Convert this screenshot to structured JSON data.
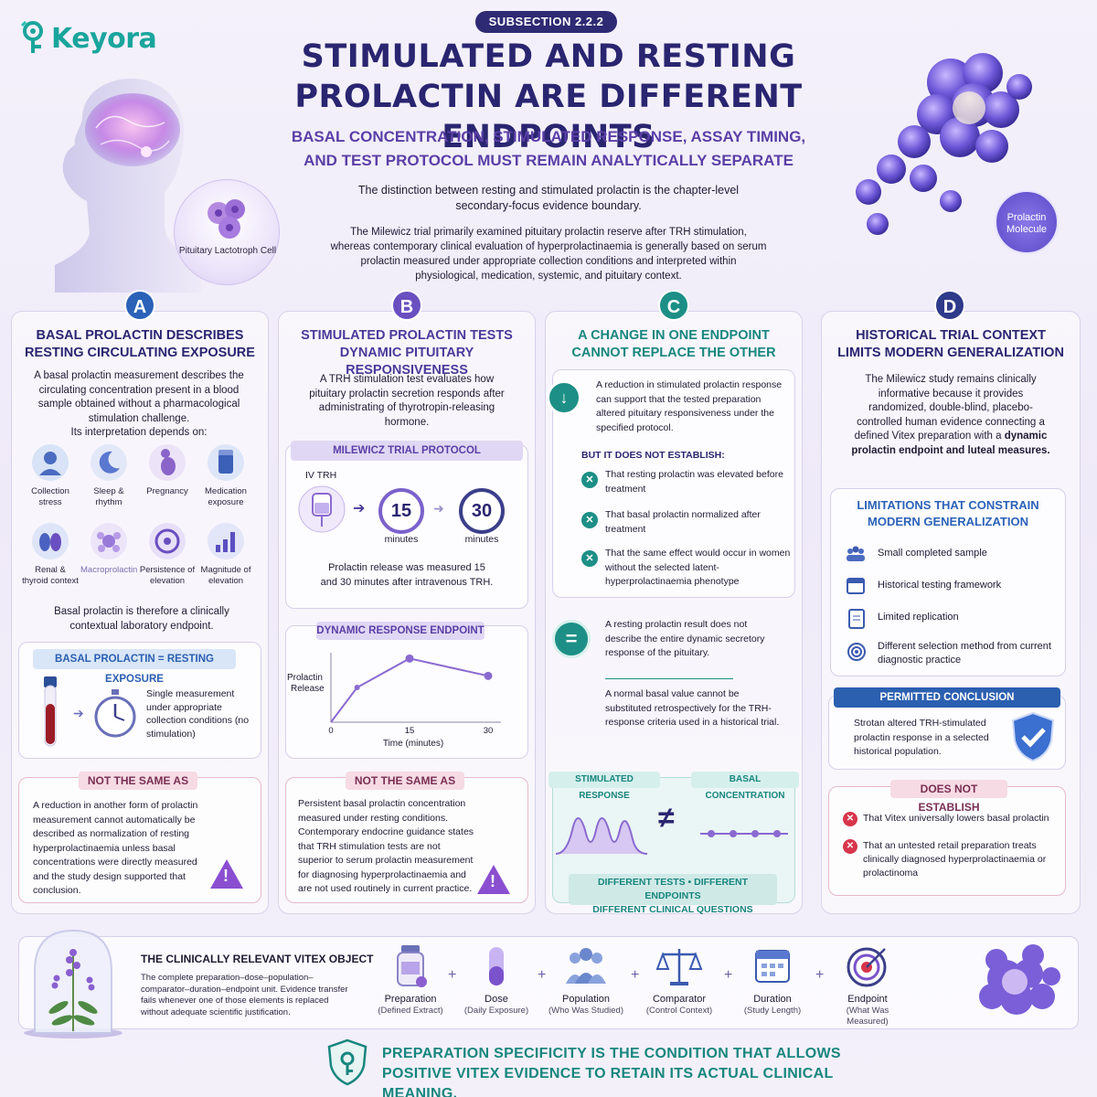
{
  "brand": {
    "logo_text": "Keyora"
  },
  "header": {
    "subsection": "SUBSECTION 2.2.2",
    "title_line1": "STIMULATED AND RESTING",
    "title_line2": "PROLACTIN ARE DIFFERENT ENDPOINTS",
    "subtitle_line1": "BASAL CONCENTRATION, STIMULATED RESPONSE, ASSAY TIMING,",
    "subtitle_line2": "AND TEST PROTOCOL MUST REMAIN ANALYTICALLY SEPARATE",
    "intro1": "The distinction between resting and stimulated prolactin is the chapter-level secondary-focus evidence boundary.",
    "intro2": "The Milewicz trial primarily examined pituitary prolactin reserve after TRH stimulation, whereas contemporary clinical evaluation of hyperprolactinaemia is generally based on serum prolactin measured under appropriate collection conditions and interpreted within physiological, medication, systemic, and pituitary context."
  },
  "hero": {
    "cell_label": "Pituitary Lactotroph Cell",
    "molecule_label": "Prolactin Molecule"
  },
  "colA": {
    "letter": "A",
    "title_line1": "BASAL PROLACTIN DESCRIBES",
    "title_line2": "RESTING CIRCULATING EXPOSURE",
    "body": "A basal prolactin measurement describes the circulating concentration present in a blood sample obtained without a pharmacological stimulation challenge.",
    "depends": "Its interpretation depends on:",
    "factors": [
      {
        "label": "Collection stress",
        "icon": "stress-icon"
      },
      {
        "label": "Sleep & rhythm",
        "icon": "sleep-icon"
      },
      {
        "label": "Pregnancy",
        "icon": "pregnancy-icon"
      },
      {
        "label": "Medication exposure",
        "icon": "medication-icon"
      },
      {
        "label": "Renal & thyroid context",
        "icon": "kidney-icon"
      },
      {
        "label": "Macroprolactin",
        "icon": "macroprolactin-icon"
      },
      {
        "label": "Persistence of elevation",
        "icon": "persistence-icon"
      },
      {
        "label": "Magnitude of elevation",
        "icon": "magnitude-icon"
      }
    ],
    "conclusion": "Basal prolactin is therefore a clinically contextual laboratory endpoint.",
    "equation_pill": "BASAL PROLACTIN = RESTING EXPOSURE",
    "single_measure": "Single measurement under appropriate collection conditions (no stimulation)",
    "not_same_title": "NOT THE SAME AS",
    "not_same_body": "A reduction in another form of prolactin measurement cannot automatically be described as normalization of resting hyperprolactinaemia unless basal concentrations were directly measured and the study design supported that conclusion."
  },
  "colB": {
    "letter": "B",
    "title_line1": "STIMULATED PROLACTIN TESTS",
    "title_line2": "DYNAMIC PITUITARY RESPONSIVENESS",
    "body": "A TRH stimulation test evaluates how pituitary prolactin secretion responds after administrating of thyrotropin-releasing hormone.",
    "protocol_pill": "MILEWICZ TRIAL PROTOCOL",
    "iv_label": "IV TRH",
    "t1_value": "15",
    "t1_unit": "minutes",
    "t2_value": "30",
    "t2_unit": "minutes",
    "protocol_note": "Prolactin release was measured 15 and 30 minutes after intravenous TRH.",
    "dynamic_pill": "DYNAMIC RESPONSE ENDPOINT",
    "not_same_title": "NOT THE SAME AS",
    "not_same_body": "Persistent basal prolactin concentration measured under resting conditions. Contemporary endocrine guidance states that TRH stimulation tests are not superior to serum prolactin measurement for diagnosing hyperprolactinaemia and are not used routinely in current practice."
  },
  "chart_data": {
    "type": "line",
    "title": "",
    "xlabel": "Time (minutes)",
    "ylabel": "Prolactin Release",
    "x_ticks": [
      "0",
      "15",
      "30"
    ],
    "x": [
      0,
      5,
      15,
      30
    ],
    "series": [
      {
        "values": [
          0,
          3,
          5.5,
          4
        ]
      }
    ],
    "xlim": [
      0,
      30
    ],
    "ylim": [
      0,
      6
    ]
  },
  "colC": {
    "letter": "C",
    "title_line1": "A CHANGE IN ONE ENDPOINT",
    "title_line2": "CANNOT REPLACE THE OTHER",
    "reduction": "A reduction in stimulated prolactin response can support that the tested preparation altered pituitary responsiveness under the specified protocol.",
    "not_establish_title": "BUT IT DOES NOT ESTABLISH:",
    "not_establish": [
      "That resting prolactin was elevated before treatment",
      "That basal prolactin normalized after treatment",
      "That the same effect would occur in women without the selected latent-hyperprolactinaemia phenotype"
    ],
    "equal_text": "A resting prolactin result does not describe the entire dynamic secretory response of the pituitary.",
    "normal_text": "A normal basal value cannot be substituted retrospectively for the TRH-response criteria used in a historical trial.",
    "stim_pill": "STIMULATED RESPONSE",
    "basal_pill": "BASAL CONCENTRATION",
    "neq": "≠",
    "diff_line1": "DIFFERENT TESTS • DIFFERENT ENDPOINTS",
    "diff_line2": "DIFFERENT CLINICAL QUESTIONS"
  },
  "colD": {
    "letter": "D",
    "title_line1": "HISTORICAL TRIAL CONTEXT",
    "title_line2": "LIMITS MODERN GENERALIZATION",
    "body_plain": "The Milewicz study remains clinically informative because it provides randomized, double-blind, placebo-controlled human evidence connecting a defined Vitex preparation with a",
    "body_bold": "dynamic prolactin endpoint and luteal measures.",
    "limits_title_line1": "LIMITATIONS THAT CONSTRAIN",
    "limits_title_line2": "MODERN GENERALIZATION",
    "limits": [
      {
        "label": "Small completed sample",
        "icon": "people-icon"
      },
      {
        "label": "Historical testing framework",
        "icon": "calendar-icon"
      },
      {
        "label": "Limited replication",
        "icon": "document-icon"
      },
      {
        "label": "Different selection method from current diagnostic practice",
        "icon": "target-icon"
      }
    ],
    "permitted_pill": "PERMITTED CONCLUSION",
    "permitted_body": "Strotan altered TRH-stimulated prolactin response in a selected historical population.",
    "not_establish_pill": "DOES NOT ESTABLISH",
    "not_establish": [
      "That Vitex universally lowers basal prolactin",
      "That an untested retail preparation treats clinically diagnosed hyperprolactinaemia or prolactinoma"
    ]
  },
  "object": {
    "title": "THE CLINICALLY RELEVANT VITEX OBJECT",
    "body": "The complete preparation–dose–population–comparator–duration–endpoint unit. Evidence transfer fails whenever one of those elements is replaced without adequate scientific justification.",
    "items": [
      {
        "title": "Preparation",
        "sub": "(Defined Extract)",
        "icon": "bottle-icon"
      },
      {
        "title": "Dose",
        "sub": "(Daily Exposure)",
        "icon": "capsule-icon"
      },
      {
        "title": "Population",
        "sub": "(Who Was Studied)",
        "icon": "people-icon"
      },
      {
        "title": "Comparator",
        "sub": "(Control Context)",
        "icon": "scale-icon"
      },
      {
        "title": "Duration",
        "sub": "(Study Length)",
        "icon": "calendar-icon"
      },
      {
        "title": "Endpoint",
        "sub": "(What Was Measured)",
        "icon": "target-icon"
      }
    ],
    "plus": "+"
  },
  "footer": {
    "line1": "PREPARATION SPECIFICITY IS THE CONDITION THAT ALLOWS",
    "line2": "POSITIVE VITEX EVIDENCE TO RETAIN ITS ACTUAL CLINICAL MEANING."
  },
  "colors": {
    "navy": "#2a2570",
    "purple": "#5b3fa6",
    "teal": "#17867e",
    "red": "#d7354b"
  }
}
